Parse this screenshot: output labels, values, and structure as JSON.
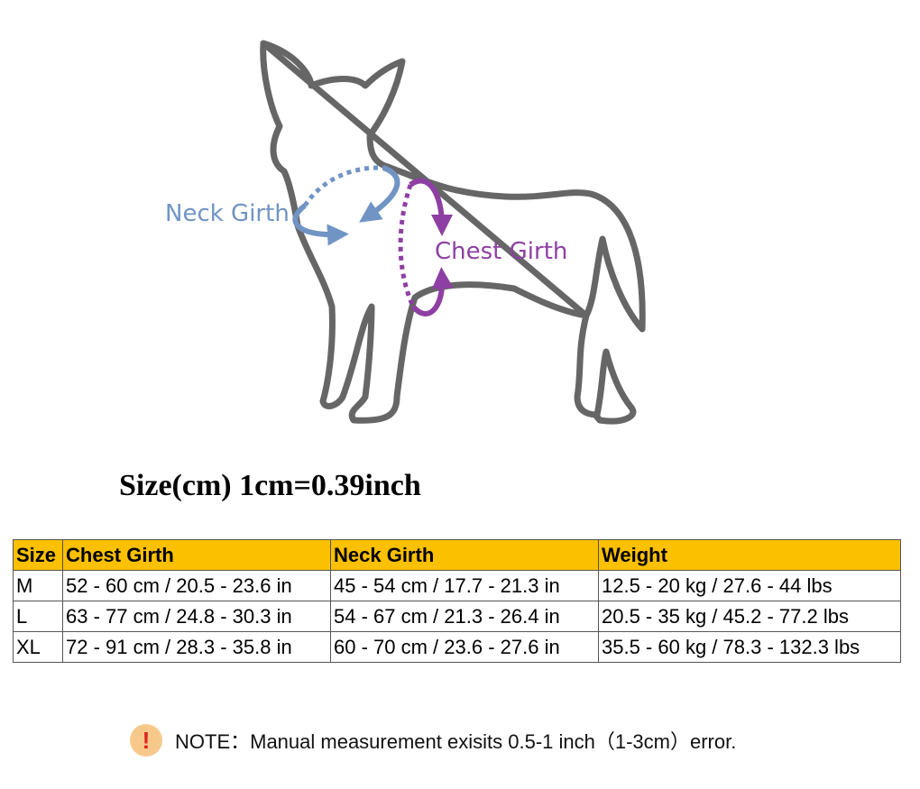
{
  "diagram": {
    "neck_label": "Neck Girth",
    "chest_label": "Chest Girth",
    "colors": {
      "outline": "#666666",
      "neck": "#7094c4",
      "chest": "#8e3fa3"
    }
  },
  "title": "Size(cm) 1cm=0.39inch",
  "table": {
    "headers": [
      "Size",
      "Chest Girth",
      "Neck Girth",
      "Weight"
    ],
    "rows": [
      [
        "M",
        "52 - 60 cm / 20.5 - 23.6 in",
        "45 - 54 cm / 17.7 - 21.3 in",
        "12.5 - 20 kg / 27.6 - 44 lbs"
      ],
      [
        "L",
        "63 - 77 cm / 24.8 - 30.3 in",
        "54 - 67 cm / 21.3 - 26.4 in",
        "20.5 - 35 kg / 45.2 - 77.2 lbs"
      ],
      [
        "XL",
        "72 - 91 cm / 28.3 - 35.8 in",
        "60 - 70 cm / 23.6 - 27.6 in",
        "35.5 - 60 kg / 78.3 - 132.3 lbs"
      ]
    ]
  },
  "note": {
    "icon": "!",
    "text": "NOTE：Manual measurement exisits 0.5-1 inch（1-3cm）error."
  }
}
